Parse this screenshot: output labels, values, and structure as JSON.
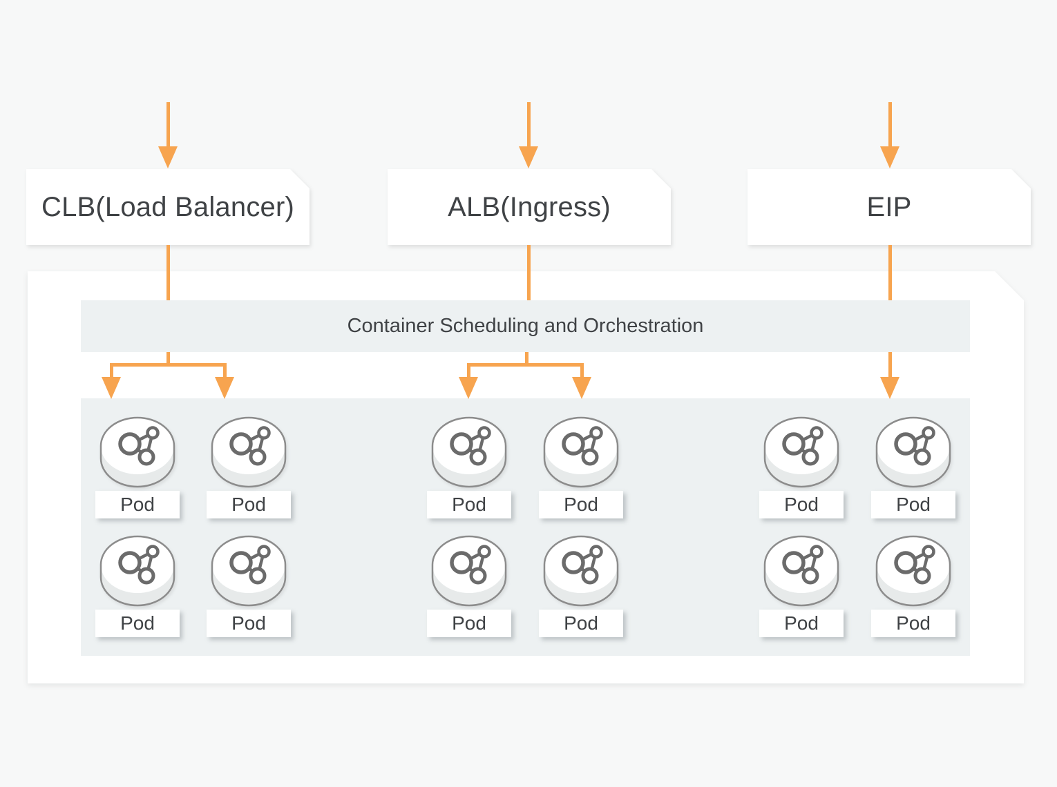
{
  "diagram": {
    "nodes": [
      {
        "id": "clb",
        "label": "CLB(Load Balancer)"
      },
      {
        "id": "alb",
        "label": "ALB(Ingress)"
      },
      {
        "id": "eip",
        "label": "EIP"
      }
    ],
    "cluster": {
      "header": "Container Scheduling and Orchestration"
    },
    "pod_label": "Pod",
    "pod_groups": [
      {
        "source": "clb",
        "pods": 4
      },
      {
        "source": "alb",
        "pods": 4
      },
      {
        "source": "eip",
        "pods": 4
      }
    ],
    "colors": {
      "arrow": "#f7a44f",
      "panel": "#edf1f2",
      "node_bg": "#ffffff",
      "page_bg": "#f7f8f8",
      "text": "#3f4245",
      "pod_outline": "#8c8c8c",
      "pod_icon_stroke": "#6b6b6b",
      "pod_band": "#e7eaea"
    }
  }
}
